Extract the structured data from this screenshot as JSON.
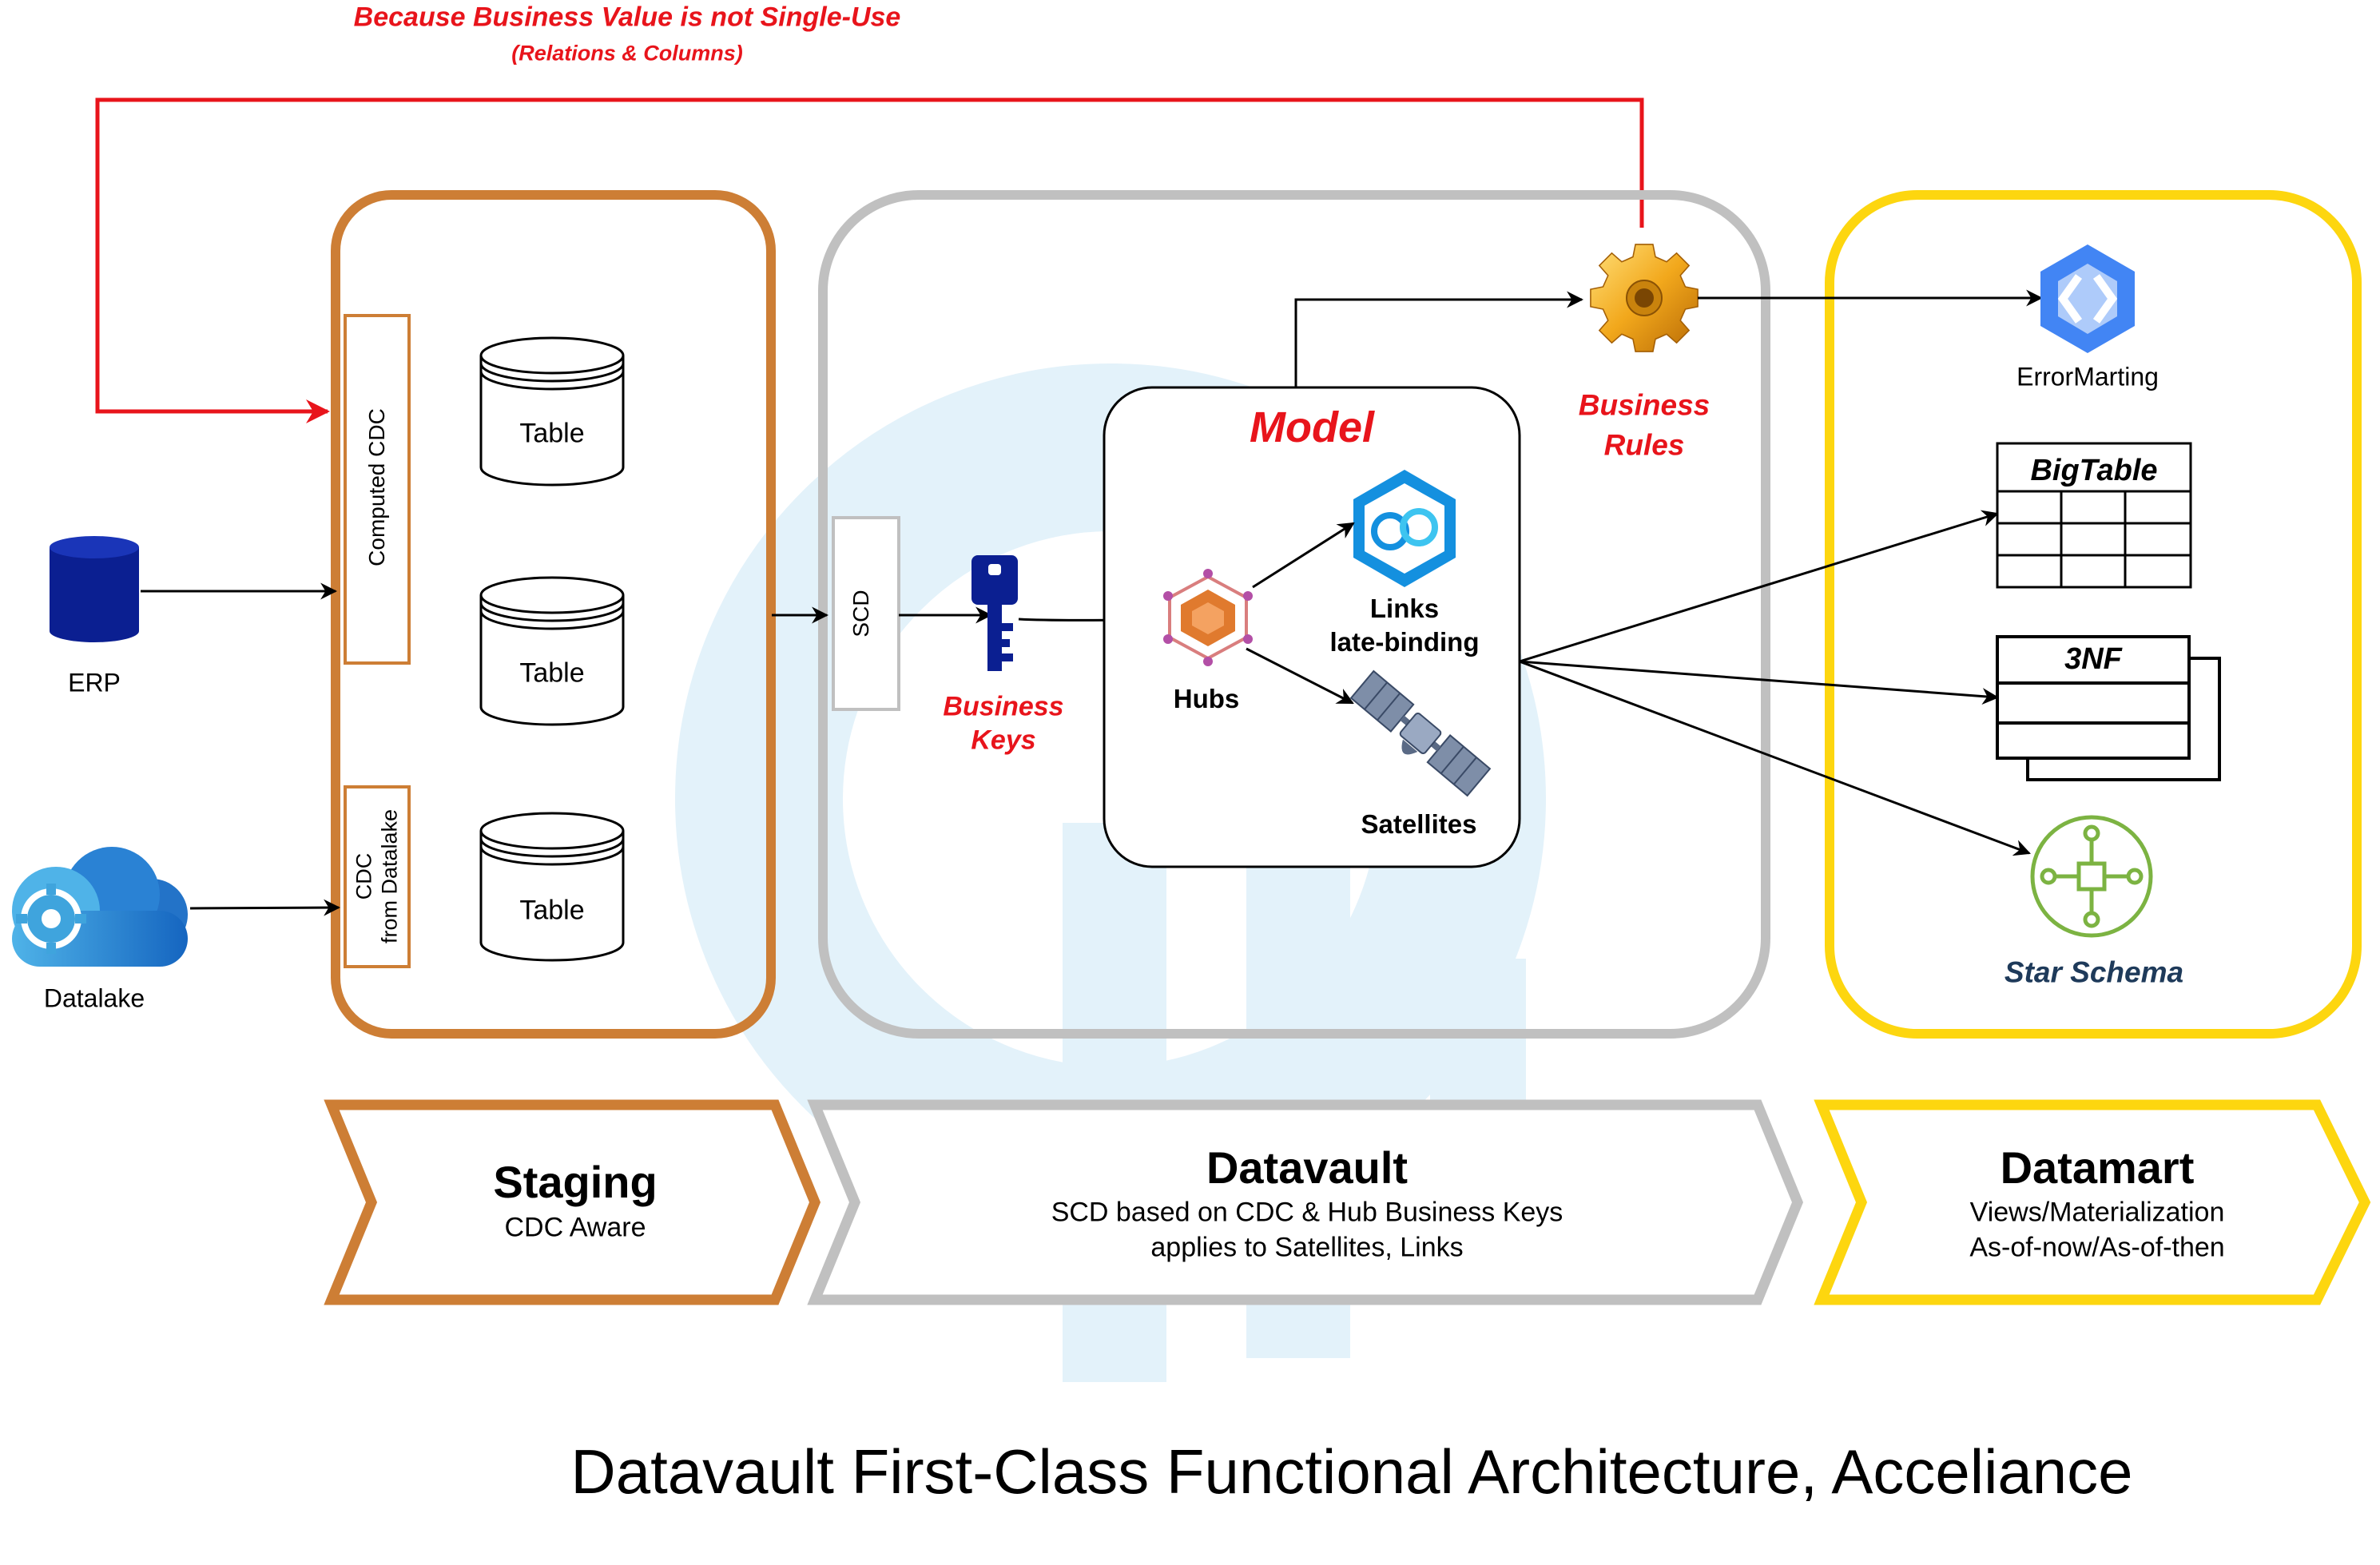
{
  "feedback": {
    "title": "Because Business Value is not Single-Use",
    "subtitle": "(Relations & Columns)"
  },
  "sources": {
    "erp_label": "ERP",
    "datalake_label": "Datalake"
  },
  "staging": {
    "computed_cdc_label": "Computed CDC",
    "cdc_datalake_line1": "CDC",
    "cdc_datalake_line2": "from Datalake",
    "tables": [
      "Table",
      "Table",
      "Table"
    ]
  },
  "datavault": {
    "scd_label": "SCD",
    "business_keys_line1": "Business",
    "business_keys_line2": "Keys",
    "model_title": "Model",
    "hubs_label": "Hubs",
    "links_line1": "Links",
    "links_line2": "late-binding",
    "satellites_label": "Satellites",
    "business_rules_line1": "Business",
    "business_rules_line2": "Rules"
  },
  "datamart": {
    "errormarting_label": "ErrorMarting",
    "bigtable_label": "BigTable",
    "nf3_label": "3NF",
    "star_schema_label": "Star Schema"
  },
  "phases": [
    {
      "title": "Staging",
      "line1": "CDC Aware",
      "line2": ""
    },
    {
      "title": "Datavault",
      "line1": "SCD based on CDC & Hub Business Keys",
      "line2": "applies to Satellites, Links"
    },
    {
      "title": "Datamart",
      "line1": "Views/Materialization",
      "line2": "As-of-now/As-of-then"
    }
  ],
  "footer_title": "Datavault First-Class Functional Architecture, Acceliance",
  "colors": {
    "staging": "#cd7e35",
    "datavault": "#c0c0c0",
    "datamart": "#fdd60f",
    "accent_red": "#e8141b",
    "watermark": "#e3f2fa",
    "db_blue": "#0b1f91"
  }
}
